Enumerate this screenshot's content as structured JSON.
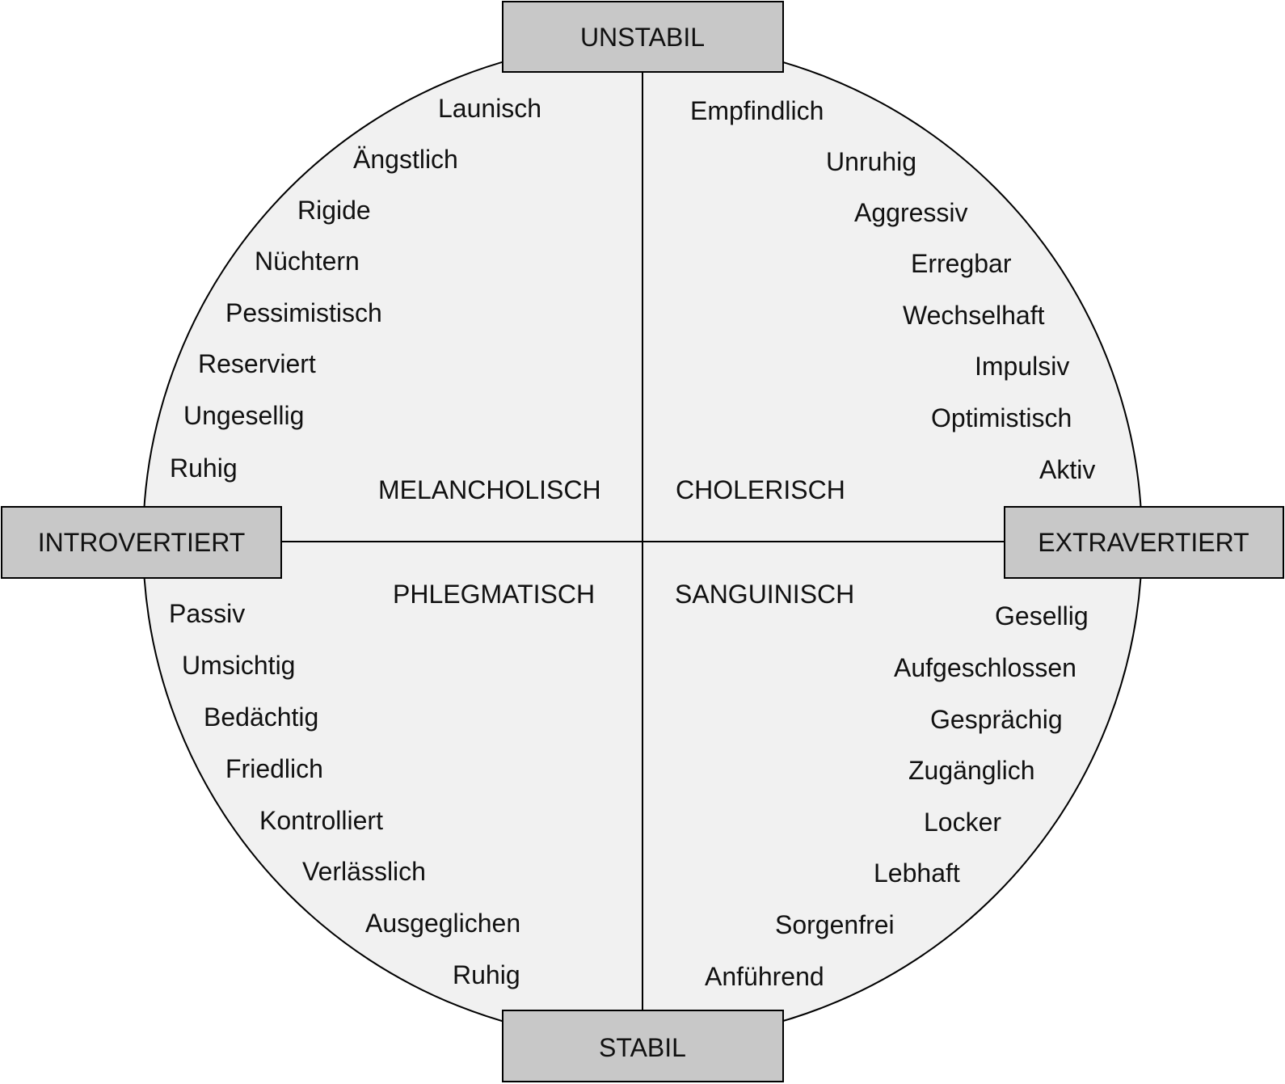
{
  "colors": {
    "circle_fill": "#f1f1f1",
    "box_fill": "#c8c8c8",
    "stroke": "#000000",
    "text": "#111111"
  },
  "axes": {
    "top": "UNSTABIL",
    "bottom": "STABIL",
    "left": "INTROVERTIERT",
    "right": "EXTRAVERTIERT"
  },
  "quadrants": {
    "melancholisch": {
      "label": "MELANCHOLISCH",
      "words": [
        "Launisch",
        "Ängstlich",
        "Rigide",
        "Nüchtern",
        "Pessimistisch",
        "Reserviert",
        "Ungesellig",
        "Ruhig"
      ]
    },
    "cholerisch": {
      "label": "CHOLERISCH",
      "words": [
        "Empfindlich",
        "Unruhig",
        "Aggressiv",
        "Erregbar",
        "Wechselhaft",
        "Impulsiv",
        "Optimistisch",
        "Aktiv"
      ]
    },
    "phlegmatisch": {
      "label": "PHLEGMATISCH",
      "words": [
        "Passiv",
        "Umsichtig",
        "Bedächtig",
        "Friedlich",
        "Kontrolliert",
        "Verlässlich",
        "Ausgeglichen",
        "Ruhig"
      ]
    },
    "sanguinisch": {
      "label": "SANGUINISCH",
      "words": [
        "Gesellig",
        "Aufgeschlossen",
        "Gesprächig",
        "Zugänglich",
        "Locker",
        "Lebhaft",
        "Sorgenfrei",
        "Anführend"
      ]
    }
  }
}
